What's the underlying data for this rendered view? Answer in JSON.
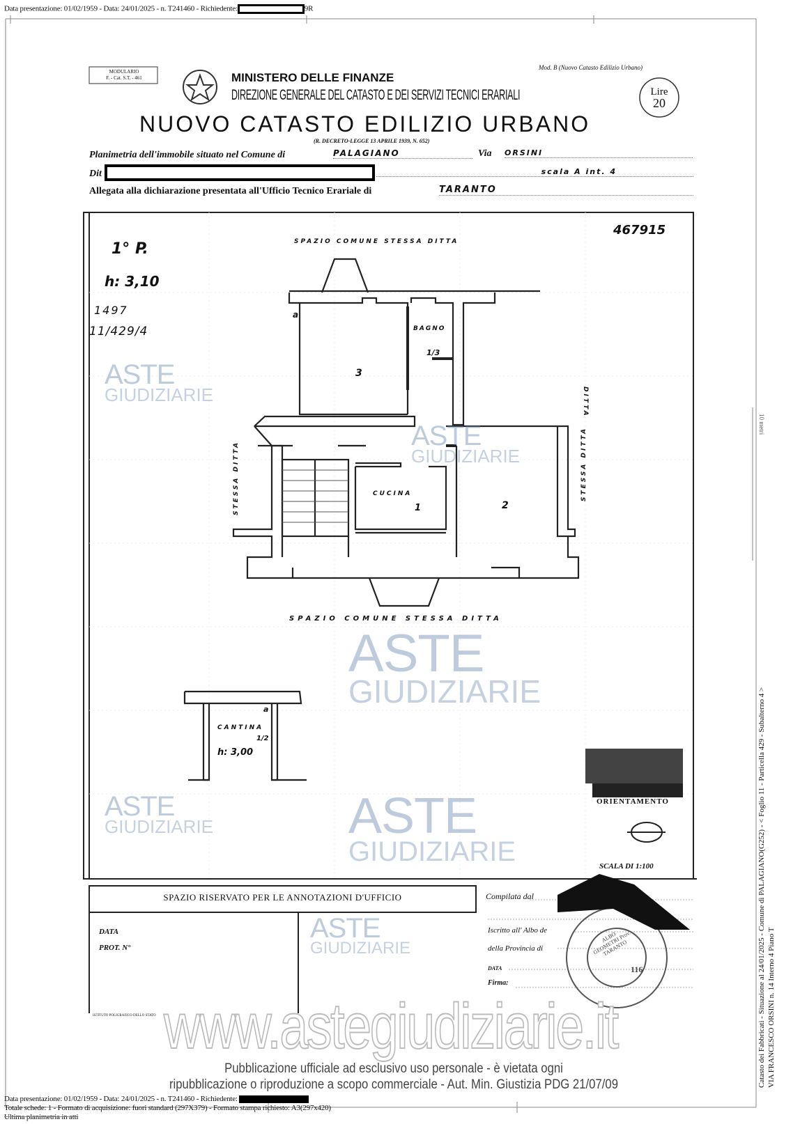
{
  "header_line": "Data presentazione: 01/02/1959 - Data: 24/01/2025 - n. T241460 - Richiedente:",
  "header_line_suffix": "9R",
  "form": {
    "modulario": "MODULARIO",
    "modulario_code": "F. - Cat. S.T. - 461",
    "ministero": "MINISTERO DELLE FINANZE",
    "direzione": "DIREZIONE GENERALE DEL CATASTO E DEI SERVIZI TECNICI ERARIALI",
    "title": "NUOVO CATASTO EDILIZIO URBANO",
    "decree": "(R. DECRETO-LEGGE 13 APRILE 1939, N. 652)",
    "mod": "Mod. B (Nuovo Catasto Edilizio Urbano)",
    "stamp_lire": "Lire",
    "stamp_value": "20",
    "planimetria_label": "Planimetria dell'immobile situato nel Comune di",
    "comune": "PALAGIANO",
    "via_label": "Via",
    "via": "ORSINI",
    "ditta_label": "Dit",
    "scala_int": "scala A int. 4",
    "allegata_label": "Allegata alla dichiarazione presentata all'Ufficio Tecnico Erariale di",
    "ufficio": "TARANTO"
  },
  "plan": {
    "number": "467915",
    "floor": "1° P.",
    "height": "h: 3,10",
    "ref1": "1497",
    "ref2": "11/429/4",
    "spazio_top": "SPAZIO COMUNE STESSA DITTA",
    "spazio_bottom": "SPAZIO COMUNE STESSA DITTA",
    "ditta_right": "DITTA",
    "stessa_ditta_right": "STESSA DITTA",
    "stessa_ditta_left": "STESSA DITTA",
    "bagno": "BAGNO",
    "bagno_num": "1/3",
    "room3": "3",
    "cucina": "CUCINA",
    "cucina_num": "1",
    "room2": "2",
    "cantina": "CANTINA",
    "cantina_height": "h: 3,00",
    "cantina_num": "1/2",
    "a_mark": "a",
    "orientamento": "ORIENTAMENTO",
    "scala": "SCALA DI 1:100",
    "scale_side": "10 metri"
  },
  "annotations": {
    "title": "SPAZIO RISERVATO PER LE ANNOTAZIONI D'UFFICIO",
    "data": "DATA",
    "prot": "PROT. N°",
    "printer": "ISTITUTO POLIGRAFICO DELLO STATO",
    "compilata": "Compilata dal",
    "iscritto": "Iscritto all' Albo de",
    "provincia": "della Provincia di",
    "data_right": "DATA",
    "firma": "Firma:",
    "stamp_text": "ALBO GEOMETRI Prov. TARANTO",
    "stamp_num": "116"
  },
  "watermark": {
    "aste": "ASTE",
    "giudiziarie": "GIUDIZIARIE",
    "site": "www.astegiudiziarie.it",
    "pub_line1": "Pubblicazione ufficiale ad esclusivo uso personale - è vietata ogni",
    "pub_line2": "ripubblicazione o riproduzione a scopo commerciale - Aut. Min. Giustizia PDG 21/07/09"
  },
  "footer": {
    "line1": "Data presentazione: 01/02/1959 - Data: 24/01/2025 - n. T241460 - Richiedente:",
    "line2": "Totale schede: 1 - Formato di acquisizione: fuori standard (297X379) - Formato stampa richiesto: A3(297x420)",
    "line3": "Ultima planimetria in atti"
  },
  "side": {
    "line1": "Catasto dei Fabbricati - Situazione al 24/01/2025 - Comune di PALAGIANO(G252) - < Foglio 11 - Particella 429 - Subalterno 4 >",
    "line2": "VIA FRANCESCO ORSINI n. 14 Interno 4 Piano T"
  }
}
